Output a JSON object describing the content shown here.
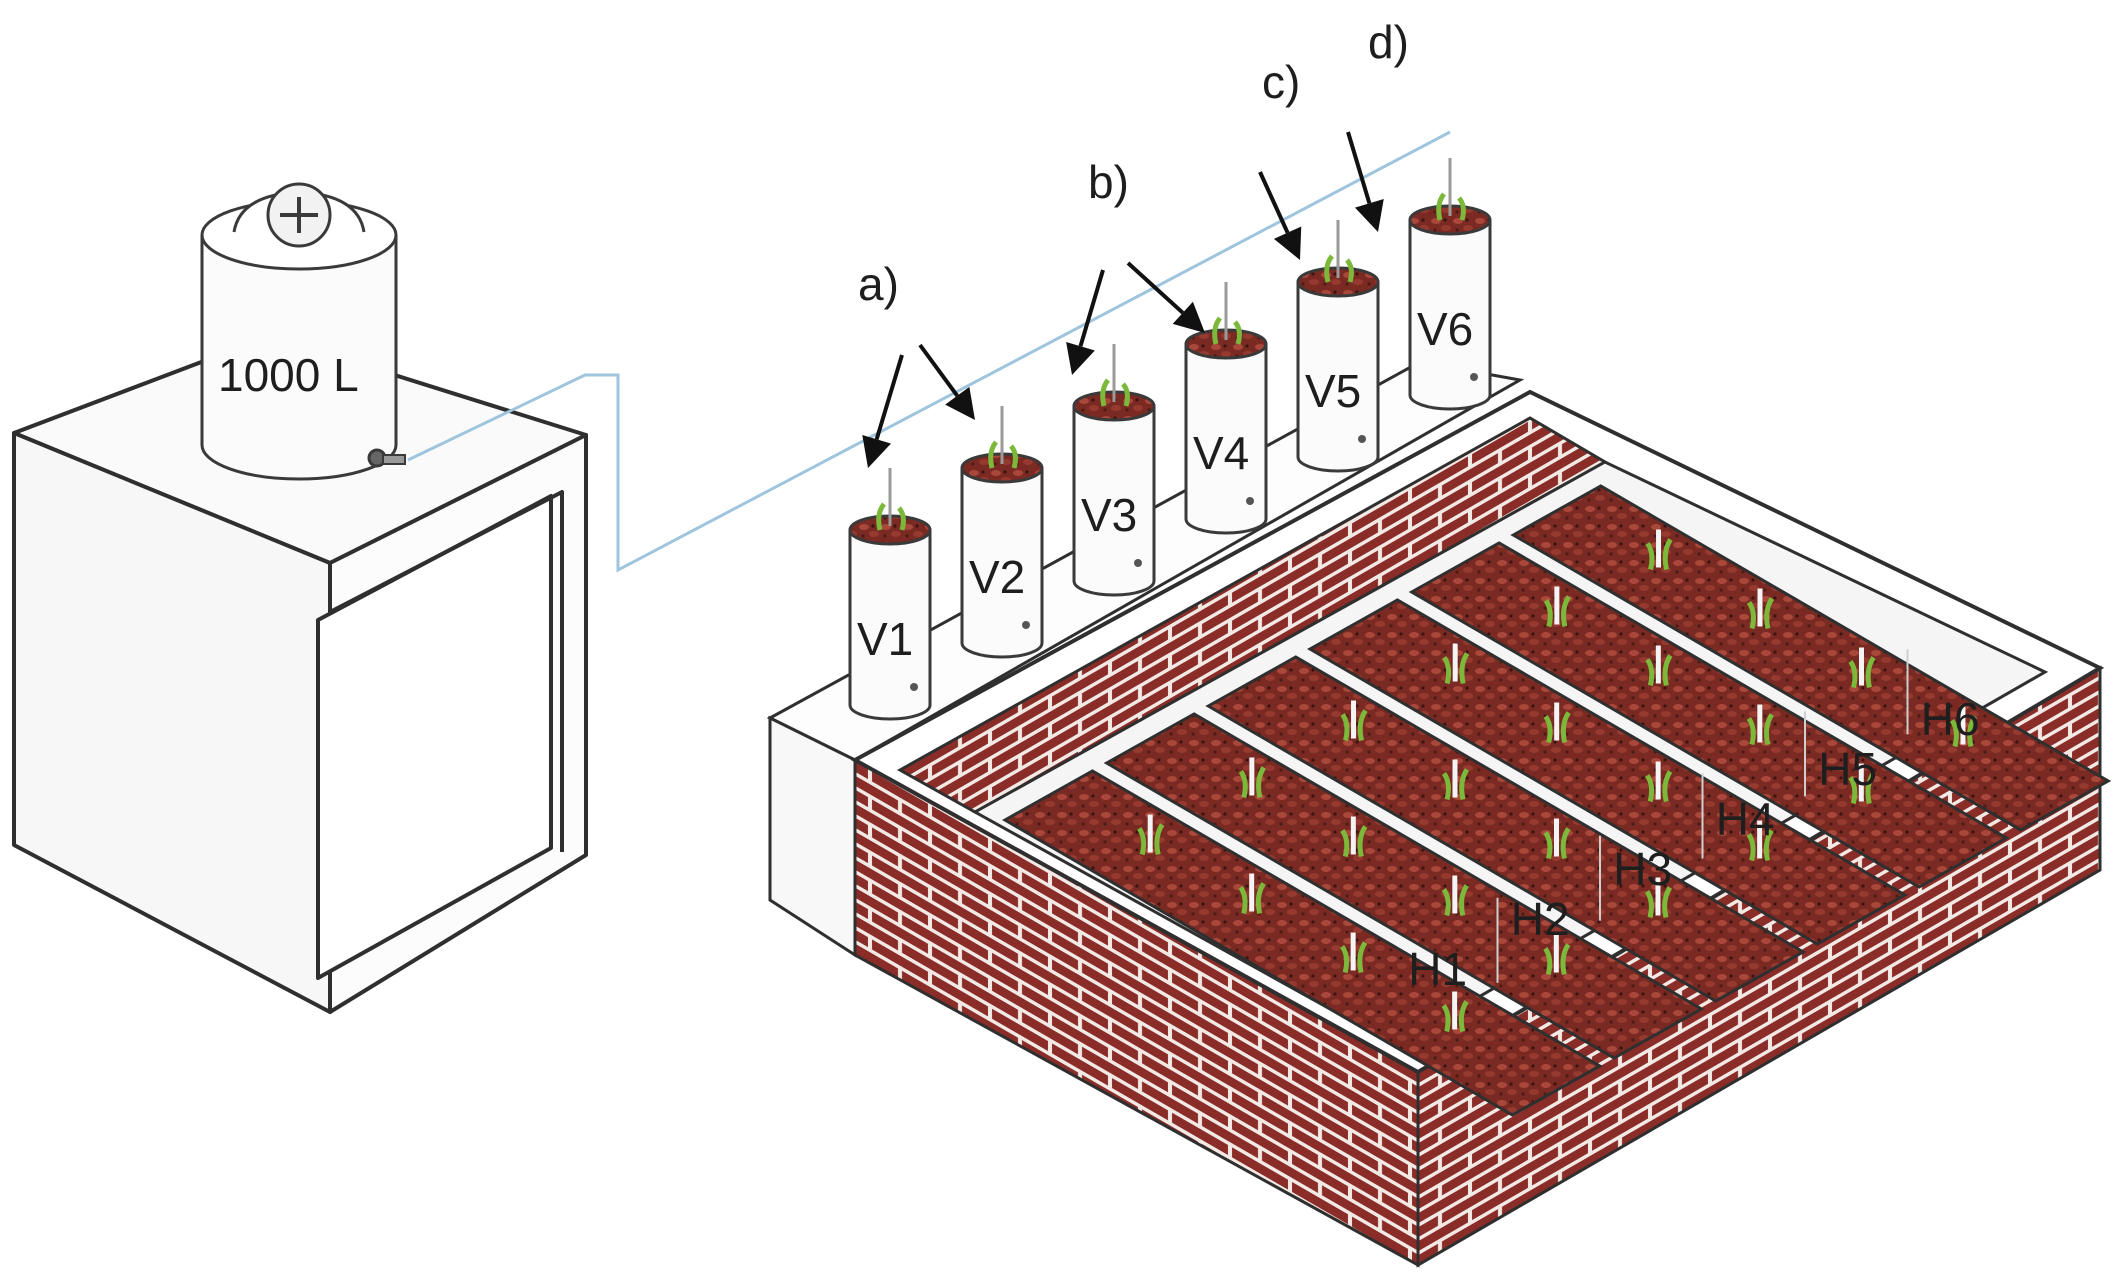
{
  "tank": {
    "volume_label": "1000 L"
  },
  "vertical_units": [
    "V1",
    "V2",
    "V3",
    "V4",
    "V5",
    "V6"
  ],
  "horizontal_beds": [
    "H1",
    "H2",
    "H3",
    "H4",
    "H5",
    "H6"
  ],
  "group_labels": [
    "a)",
    "b)",
    "c)",
    "d)"
  ],
  "colors": {
    "brick": "#8a2c28",
    "mortar": "#f3e9e4",
    "soil": "#7d2c24",
    "plant": "#7cb83a",
    "pipe": "#9fc4dd",
    "outline": "#303030"
  }
}
